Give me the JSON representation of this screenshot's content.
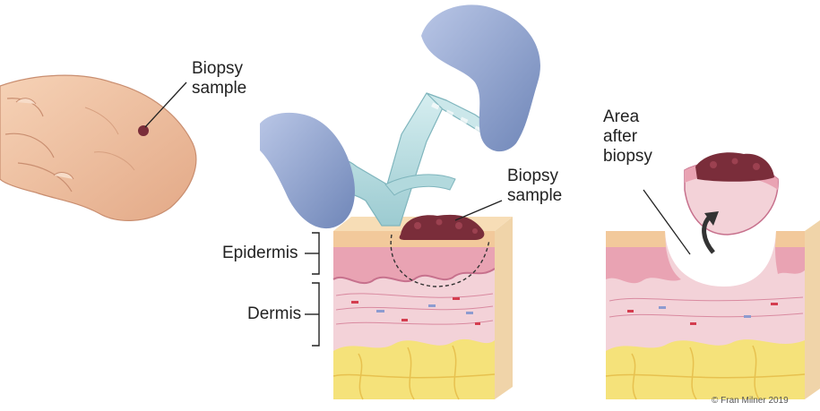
{
  "labels": {
    "hand_sample": [
      "Biopsy",
      "sample"
    ],
    "tool_sample": [
      "Biopsy",
      "sample"
    ],
    "after": [
      "Area",
      "after",
      "biopsy"
    ],
    "epidermis": "Epidermis",
    "dermis": "Dermis"
  },
  "credit": "© Fran Milner 2019",
  "colors": {
    "skin_surface": "#f2c99b",
    "epidermis": "#e9a3b3",
    "epidermis_dark": "#c7718d",
    "dermis": "#f3d2d8",
    "fat": "#f5e27a",
    "fat_line": "#e7c14f",
    "tissue_face": "#f0d4a9",
    "tool": "#bfe0e4",
    "glove": "#8fa3cc",
    "hand": "#f1c4a2",
    "lesion": "#7a2d3a"
  }
}
